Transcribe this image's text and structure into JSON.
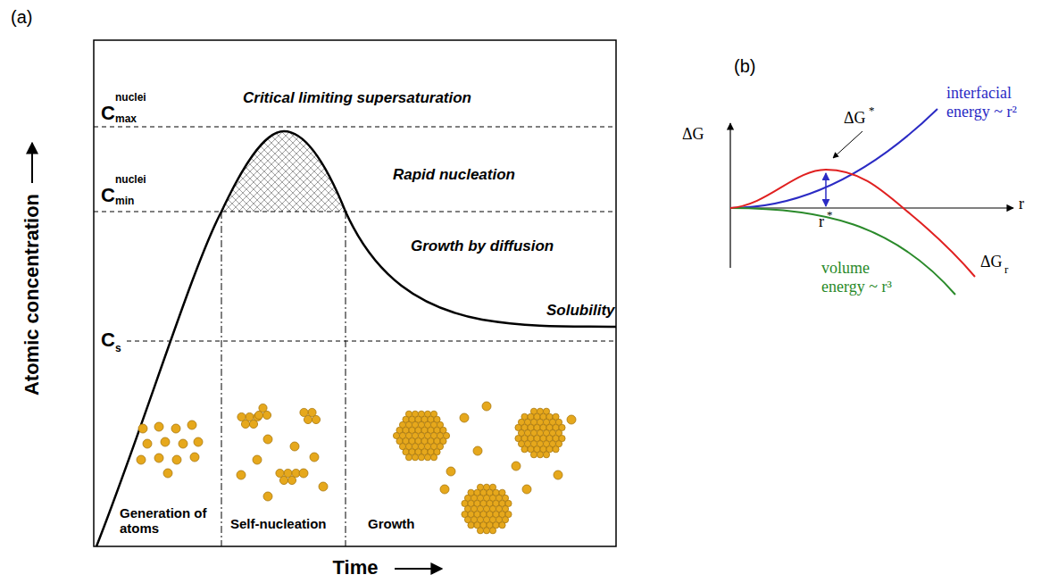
{
  "diagram": {
    "labels": [
      "(a)",
      "C",
      "nuclei",
      "max",
      "Critical limiting supersaturation",
      "C",
      "nuclei",
      "min",
      "Rapid nucleation",
      "Growth by diffusion",
      "C",
      "s",
      "Solubility",
      "Generation of atoms",
      "Self-nucleation",
      "Growth",
      "Atomic concentration",
      "Time",
      "(b)",
      "ΔG",
      "r",
      "interfacial energy ~ r²",
      "ΔG",
      "*",
      "r",
      "*",
      "ΔG",
      "r",
      "volume energy ~ r³"
    ]
  }
}
